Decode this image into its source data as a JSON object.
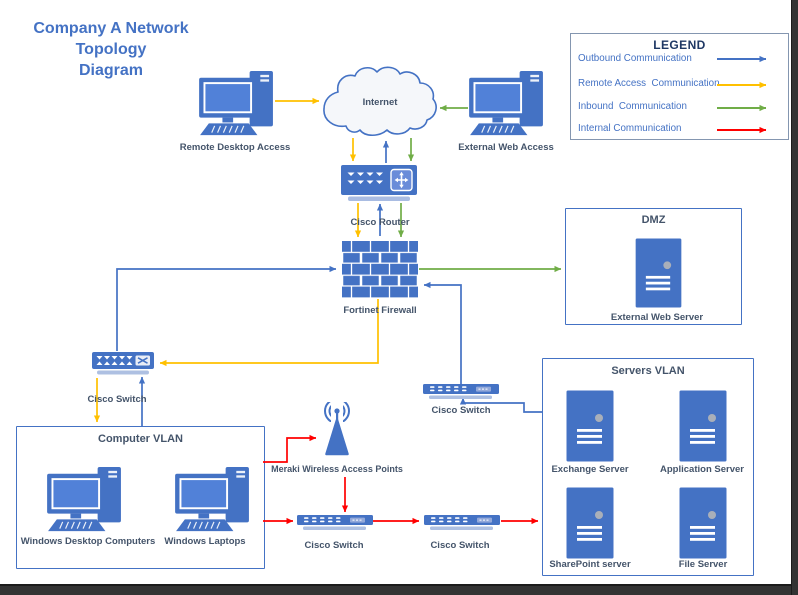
{
  "title": {
    "lines": [
      "Company A Network",
      "Topology",
      "Diagram"
    ]
  },
  "legend": {
    "title": "LEGEND",
    "items": [
      {
        "label": "Outbound Communication",
        "type": "outbound",
        "color": "#4472C4"
      },
      {
        "label": "Remote Access  Communication",
        "type": "remote-access",
        "color": "#FFC000"
      },
      {
        "label": "Inbound  Communication",
        "type": "inbound",
        "color": "#70AD47"
      },
      {
        "label": "Internal Communication",
        "type": "internal",
        "color": "#FF0000"
      }
    ]
  },
  "nodes": {
    "remote_desktop_access": {
      "label": "Remote Desktop Access"
    },
    "external_web_access": {
      "label": "External Web Access"
    },
    "internet": {
      "label": "Internet"
    },
    "cisco_router": {
      "label": "Cisco Router"
    },
    "fortinet_firewall": {
      "label": "Fortinet Firewall"
    },
    "cisco_switch_left": {
      "label": "Cisco Switch"
    },
    "cisco_switch_middle": {
      "label": "Cisco Switch"
    },
    "cisco_switch_bottom_1": {
      "label": "Cisco Switch"
    },
    "cisco_switch_bottom_2": {
      "label": "Cisco Switch"
    },
    "wireless_ap": {
      "label": "Meraki Wireless Access Points"
    }
  },
  "groups": {
    "dmz": {
      "title": "DMZ",
      "members": [
        {
          "label": "External Web Server"
        }
      ]
    },
    "computer_vlan": {
      "title": "Computer VLAN",
      "members": [
        {
          "label": "Windows Desktop Computers"
        },
        {
          "label": "Windows Laptops"
        }
      ]
    },
    "servers_vlan": {
      "title": "Servers VLAN",
      "members": [
        {
          "label": "Exchange Server"
        },
        {
          "label": "Application Server"
        },
        {
          "label": "SharePoint server"
        },
        {
          "label": "File Server"
        }
      ]
    }
  },
  "colors": {
    "outbound_blue": "#4472C4",
    "remote_access_yellow": "#FFC000",
    "inbound_green": "#70AD47",
    "internal_red": "#FF0000",
    "shape_fill": "#4472C4",
    "label_text": "#44546A",
    "title_text": "#4472C4",
    "legend_title_text": "#1F3864"
  }
}
